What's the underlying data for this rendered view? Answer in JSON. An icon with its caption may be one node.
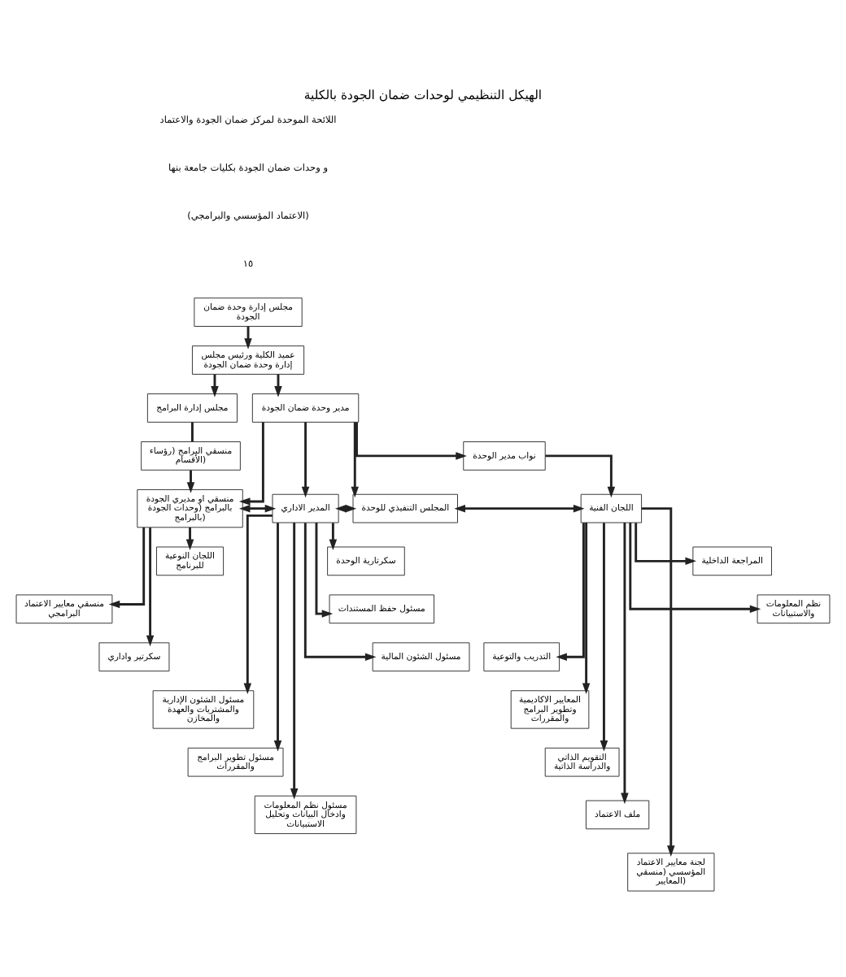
{
  "diagram": {
    "title": "الهيكل التنظيمي لوحدات ضمان الجودة بالكلية",
    "nodes": [
      {
        "text": [
          "مجلس إدارة وحدة ضمان الجودة"
        ]
      },
      {
        "text": [
          "عميد الكلية ورئيس مجلس إدارة وحدة ضمان الجودة"
        ]
      },
      {
        "text": [
          "مجلس إدارة البرامج"
        ]
      },
      {
        "text": [
          "منسقي البرامج (رؤساء الأقسام)"
        ]
      },
      {
        "text": [
          "مدير وحدة ضمان الجودة"
        ]
      },
      {
        "text": [
          "نواب مدير الوحدة"
        ]
      },
      {
        "text": [
          "منسقي او مديري الجودة بالبرامج (وحدات الجودة بالبرامج)"
        ]
      },
      {
        "text": [
          "المدير الاداري"
        ]
      },
      {
        "text": [
          "المجلس التنفيذي للوحدة"
        ]
      },
      {
        "text": [
          "اللجان الفنية"
        ]
      },
      {
        "text": [
          "اللجان النوعية للبرنامج"
        ]
      },
      {
        "text": [
          "منسقي معايير الاعتماد البرامجي"
        ]
      },
      {
        "text": [
          "سكرتير واداري"
        ]
      },
      {
        "text": [
          "سكرتارية الوحدة"
        ]
      },
      {
        "text": [
          "مسئول حفظ المستندات"
        ]
      },
      {
        "text": [
          "مسئول الشئون المالية"
        ]
      },
      {
        "text": [
          "مسئول الشئون الإدارية والمشتريات والعهدة والمخازن"
        ]
      },
      {
        "text": [
          "مسئول تطوير البرامج والمقررات"
        ]
      },
      {
        "text": [
          "مسئول نظم المعلومات وادخال البيانات وتحليل الاستبيانات"
        ]
      },
      {
        "text": [
          "المراجعة الداخلية"
        ]
      },
      {
        "text": [
          "نظم المعلومات والاستبيانات"
        ]
      },
      {
        "text": [
          "التدريب والتوعية"
        ]
      },
      {
        "text": [
          "المعايير الاكاديمية وتطوير البرامج والمقررات"
        ]
      },
      {
        "text": [
          "التقويم الذاتي والدراسة الذاتية"
        ]
      },
      {
        "text": [
          "ملف الاعتماد"
        ]
      },
      {
        "text": [
          "لجنة معايير الاعتماد المؤسسي (منسقي المعايير)"
        ]
      }
    ],
    "edges": [
      {
        "from": 0,
        "to": 1,
        "arrow": "to"
      },
      {
        "from": 1,
        "to": 2,
        "arrow": "to"
      },
      {
        "from": 1,
        "to": 4,
        "arrow": "to"
      },
      {
        "from": 2,
        "to": 3,
        "arrow": "none"
      },
      {
        "from": 3,
        "to": 6,
        "arrow": "to"
      },
      {
        "from": 4,
        "to": 6,
        "arrow": "to"
      },
      {
        "from": 4,
        "to": 7,
        "arrow": "to"
      },
      {
        "from": 4,
        "to": 8,
        "arrow": "to"
      },
      {
        "from": 4,
        "to": 5,
        "arrow": "to"
      },
      {
        "from": 5,
        "to": 9,
        "arrow": "to"
      },
      {
        "from": 6,
        "to": 7,
        "arrow": "both"
      },
      {
        "from": 7,
        "to": 8,
        "arrow": "both"
      },
      {
        "from": 8,
        "to": 9,
        "arrow": "both"
      },
      {
        "from": 6,
        "to": 10,
        "arrow": "to"
      },
      {
        "from": 6,
        "to": 11,
        "arrow": "to"
      },
      {
        "from": 6,
        "to": 12,
        "arrow": "to"
      },
      {
        "from": 7,
        "to": 13,
        "arrow": "to"
      },
      {
        "from": 7,
        "to": 14,
        "arrow": "to"
      },
      {
        "from": 7,
        "to": 15,
        "arrow": "to"
      },
      {
        "from": 7,
        "to": 16,
        "arrow": "to"
      },
      {
        "from": 7,
        "to": 17,
        "arrow": "to"
      },
      {
        "from": 7,
        "to": 18,
        "arrow": "to"
      },
      {
        "from": 9,
        "to": 19,
        "arrow": "to"
      },
      {
        "from": 9,
        "to": 20,
        "arrow": "to"
      },
      {
        "from": 9,
        "to": 21,
        "arrow": "to"
      },
      {
        "from": 9,
        "to": 22,
        "arrow": "to"
      },
      {
        "from": 9,
        "to": 23,
        "arrow": "to"
      },
      {
        "from": 9,
        "to": 24,
        "arrow": "to"
      },
      {
        "from": 9,
        "to": 25,
        "arrow": "to"
      }
    ],
    "labels": [
      "اللائحة الموحدة لمركز ضمان الجودة والاعتماد",
      "و وحدات ضمان الجودة بكليات جامعة بنها",
      "(الاعتماد المؤسسي والبرامجي)",
      "١٥"
    ]
  }
}
